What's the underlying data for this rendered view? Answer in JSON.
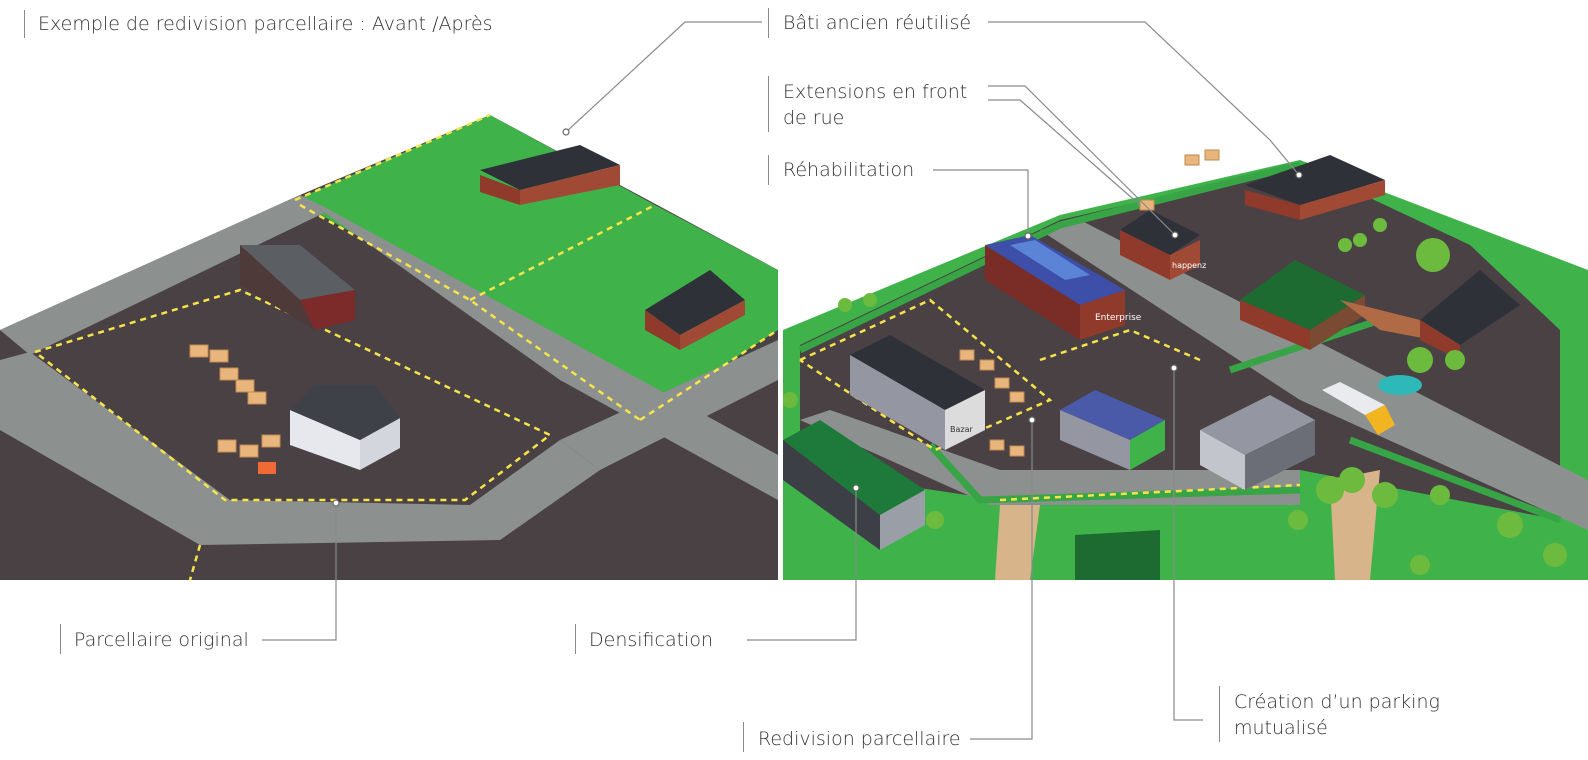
{
  "title": "Exemple de redivision parcellaire : Avant /Après",
  "labels": {
    "bati": "Bâti ancien réutilisé",
    "extensions_1": "Extensions en front",
    "extensions_2": "de rue",
    "rehabilitation": "Réhabilitation",
    "parcellaire": "Parcellaire original",
    "densification": "Densification",
    "redivision": "Redivision parcellaire",
    "parking_1": "Création d’un parking",
    "parking_2": "mutualisé"
  },
  "signs": {
    "brand": "Enterprise",
    "happenz": "happenz",
    "bazar": "Bazar"
  },
  "colors": {
    "lot": "#4a4145",
    "road": "#8c918f",
    "grass": "#3fb34a",
    "lot_border": "#f6e44a",
    "green_wall": "#37a545",
    "brick": "#8f3a2b",
    "roof": "#2e3138",
    "leader": "#8a8a8a"
  }
}
